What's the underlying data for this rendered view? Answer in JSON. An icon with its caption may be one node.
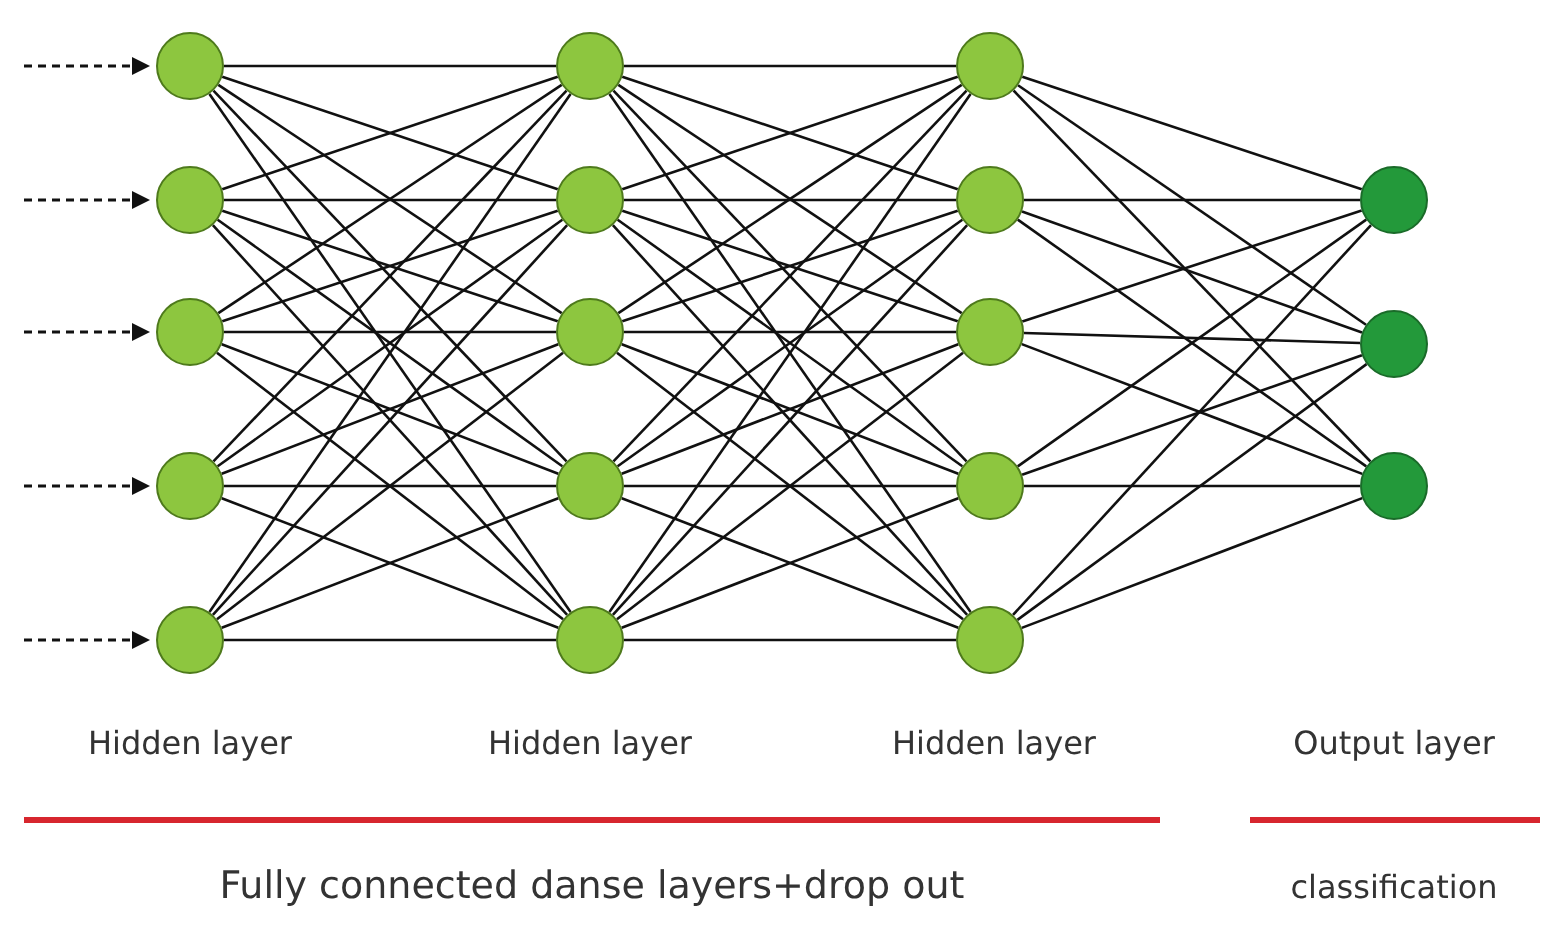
{
  "diagram": {
    "nodes": [
      {
        "text": [],
        "shape": "circle"
      },
      {
        "text": [],
        "shape": "circle"
      },
      {
        "text": [],
        "shape": "circle"
      },
      {
        "text": [],
        "shape": "circle"
      },
      {
        "text": [],
        "shape": "circle"
      },
      {
        "text": [],
        "shape": "circle"
      },
      {
        "text": [],
        "shape": "circle"
      },
      {
        "text": [],
        "shape": "circle"
      },
      {
        "text": [],
        "shape": "circle"
      },
      {
        "text": [],
        "shape": "circle"
      },
      {
        "text": [],
        "shape": "circle"
      },
      {
        "text": [],
        "shape": "circle"
      },
      {
        "text": [],
        "shape": "circle"
      },
      {
        "text": [],
        "shape": "circle"
      },
      {
        "text": [],
        "shape": "circle"
      },
      {
        "text": [],
        "shape": "circle"
      },
      {
        "text": [],
        "shape": "circle"
      },
      {
        "text": [],
        "shape": "circle"
      }
    ],
    "edges": [
      {
        "from": null,
        "to": 0,
        "arrow": "to",
        "style": "dashed"
      },
      {
        "from": null,
        "to": 1,
        "arrow": "to",
        "style": "dashed"
      },
      {
        "from": null,
        "to": 2,
        "arrow": "to",
        "style": "dashed"
      },
      {
        "from": null,
        "to": 3,
        "arrow": "to",
        "style": "dashed"
      },
      {
        "from": null,
        "to": 4,
        "arrow": "to",
        "style": "dashed"
      },
      {
        "from": 0,
        "to": 5,
        "arrow": "none"
      },
      {
        "from": 0,
        "to": 6,
        "arrow": "none"
      },
      {
        "from": 0,
        "to": 7,
        "arrow": "none"
      },
      {
        "from": 0,
        "to": 8,
        "arrow": "none"
      },
      {
        "from": 0,
        "to": 9,
        "arrow": "none"
      },
      {
        "from": 1,
        "to": 5,
        "arrow": "none"
      },
      {
        "from": 1,
        "to": 6,
        "arrow": "none"
      },
      {
        "from": 1,
        "to": 7,
        "arrow": "none"
      },
      {
        "from": 1,
        "to": 8,
        "arrow": "none"
      },
      {
        "from": 1,
        "to": 9,
        "arrow": "none"
      },
      {
        "from": 2,
        "to": 5,
        "arrow": "none"
      },
      {
        "from": 2,
        "to": 6,
        "arrow": "none"
      },
      {
        "from": 2,
        "to": 7,
        "arrow": "none"
      },
      {
        "from": 2,
        "to": 8,
        "arrow": "none"
      },
      {
        "from": 2,
        "to": 9,
        "arrow": "none"
      },
      {
        "from": 3,
        "to": 5,
        "arrow": "none"
      },
      {
        "from": 3,
        "to": 6,
        "arrow": "none"
      },
      {
        "from": 3,
        "to": 7,
        "arrow": "none"
      },
      {
        "from": 3,
        "to": 8,
        "arrow": "none"
      },
      {
        "from": 3,
        "to": 9,
        "arrow": "none"
      },
      {
        "from": 4,
        "to": 5,
        "arrow": "none"
      },
      {
        "from": 4,
        "to": 6,
        "arrow": "none"
      },
      {
        "from": 4,
        "to": 7,
        "arrow": "none"
      },
      {
        "from": 4,
        "to": 8,
        "arrow": "none"
      },
      {
        "from": 4,
        "to": 9,
        "arrow": "none"
      },
      {
        "from": 5,
        "to": 10,
        "arrow": "none"
      },
      {
        "from": 5,
        "to": 11,
        "arrow": "none"
      },
      {
        "from": 5,
        "to": 12,
        "arrow": "none"
      },
      {
        "from": 5,
        "to": 13,
        "arrow": "none"
      },
      {
        "from": 5,
        "to": 14,
        "arrow": "none"
      },
      {
        "from": 6,
        "to": 10,
        "arrow": "none"
      },
      {
        "from": 6,
        "to": 11,
        "arrow": "none"
      },
      {
        "from": 6,
        "to": 12,
        "arrow": "none"
      },
      {
        "from": 6,
        "to": 13,
        "arrow": "none"
      },
      {
        "from": 6,
        "to": 14,
        "arrow": "none"
      },
      {
        "from": 7,
        "to": 10,
        "arrow": "none"
      },
      {
        "from": 7,
        "to": 11,
        "arrow": "none"
      },
      {
        "from": 7,
        "to": 12,
        "arrow": "none"
      },
      {
        "from": 7,
        "to": 13,
        "arrow": "none"
      },
      {
        "from": 7,
        "to": 14,
        "arrow": "none"
      },
      {
        "from": 8,
        "to": 10,
        "arrow": "none"
      },
      {
        "from": 8,
        "to": 11,
        "arrow": "none"
      },
      {
        "from": 8,
        "to": 12,
        "arrow": "none"
      },
      {
        "from": 8,
        "to": 13,
        "arrow": "none"
      },
      {
        "from": 8,
        "to": 14,
        "arrow": "none"
      },
      {
        "from": 9,
        "to": 10,
        "arrow": "none"
      },
      {
        "from": 9,
        "to": 11,
        "arrow": "none"
      },
      {
        "from": 9,
        "to": 12,
        "arrow": "none"
      },
      {
        "from": 9,
        "to": 13,
        "arrow": "none"
      },
      {
        "from": 9,
        "to": 14,
        "arrow": "none"
      },
      {
        "from": 10,
        "to": 15,
        "arrow": "none"
      },
      {
        "from": 10,
        "to": 16,
        "arrow": "none"
      },
      {
        "from": 10,
        "to": 17,
        "arrow": "none"
      },
      {
        "from": 11,
        "to": 15,
        "arrow": "none"
      },
      {
        "from": 11,
        "to": 16,
        "arrow": "none"
      },
      {
        "from": 11,
        "to": 17,
        "arrow": "none"
      },
      {
        "from": 12,
        "to": 15,
        "arrow": "none"
      },
      {
        "from": 12,
        "to": 16,
        "arrow": "none"
      },
      {
        "from": 12,
        "to": 17,
        "arrow": "none"
      },
      {
        "from": 13,
        "to": 15,
        "arrow": "none"
      },
      {
        "from": 13,
        "to": 16,
        "arrow": "none"
      },
      {
        "from": 13,
        "to": 17,
        "arrow": "none"
      },
      {
        "from": 14,
        "to": 15,
        "arrow": "none"
      },
      {
        "from": 14,
        "to": 16,
        "arrow": "none"
      },
      {
        "from": 14,
        "to": 17,
        "arrow": "none"
      }
    ],
    "labels": [
      "Hidden layer",
      "Hidden layer",
      "Hidden layer",
      "Output layer",
      "Fully connected danse layers+drop out",
      "classification"
    ]
  }
}
